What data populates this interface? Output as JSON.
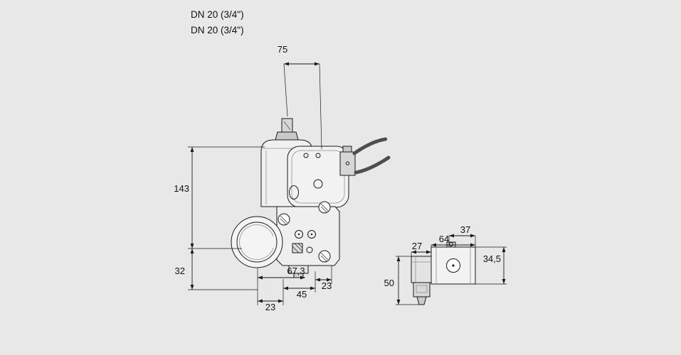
{
  "header": {
    "line1": "DN 20 (3/4\")",
    "line2": "DN 20 (3/4\")"
  },
  "front_view": {
    "dim_top_width": "75",
    "dim_height_upper": "143",
    "dim_height_lower": "32",
    "dim_bottom_left": "23",
    "dim_bottom_mid": "45",
    "dim_bottom_right": "23",
    "dim_port_offset": "67,3"
  },
  "side_view": {
    "dim_top_width": "37",
    "dim_body_width": "64",
    "dim_coil_width": "27",
    "dim_body_height": "34,5",
    "dim_total_height": "50"
  },
  "colors": {
    "background": "#e8e8e8",
    "line": "#1a1a1a",
    "fill_light": "#f2f2f2",
    "fill_mid": "#dcdcdc",
    "fill_dark": "#c9c9c9"
  }
}
